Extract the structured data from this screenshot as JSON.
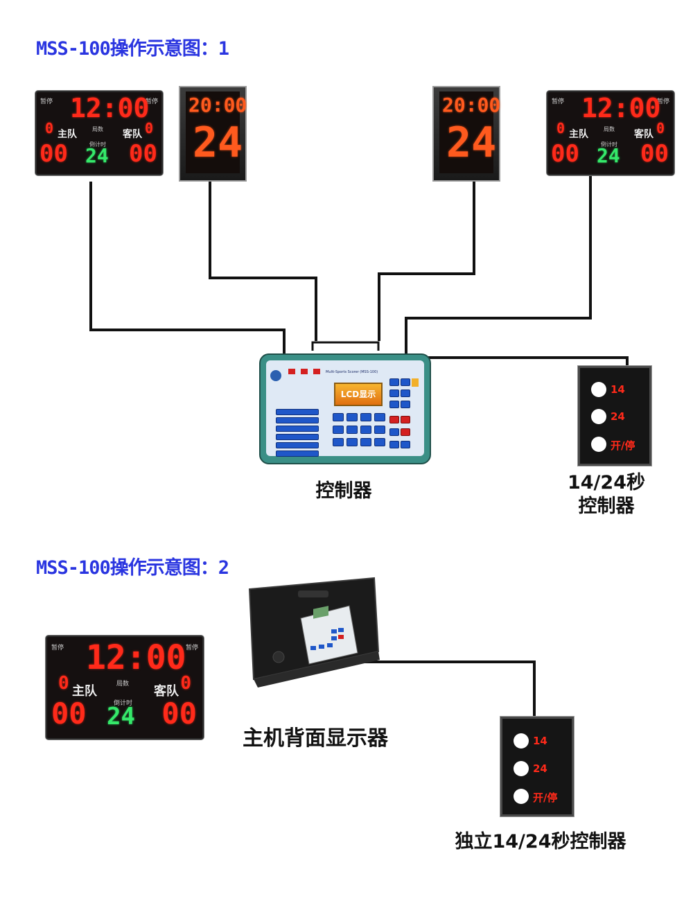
{
  "diagram1": {
    "title": "MSS-100操作示意图：1",
    "controller_caption": "控制器",
    "shot_controller_caption_line1": "14/24秒",
    "shot_controller_caption_line2": "控制器"
  },
  "diagram2": {
    "title": "MSS-100操作示意图：2",
    "rear_display_caption": "主机背面显示器",
    "standalone_caption": "独立14/24秒控制器"
  },
  "scoreboard": {
    "clock": "12:00",
    "home_label": "主队",
    "away_label": "客队",
    "home_score": "00",
    "away_score": "00",
    "shot": "24",
    "home_fouls": "0",
    "away_fouls": "0",
    "period_label": "局数",
    "shot_label": "倒计时",
    "timeout_left": "暂停",
    "timeout_right": "暂停"
  },
  "shot_clock": {
    "game_time": "20:00",
    "shot_time": "24"
  },
  "shot_controller": {
    "buttons": [
      "14",
      "24",
      "开/停"
    ]
  },
  "console": {
    "lcd_label": "LCD显示",
    "model": "Multi-Sports Scorer (MSS-100)"
  },
  "colors": {
    "title_blue": "#2a35e0",
    "led_red": "#ff2a1a",
    "led_green": "#35e86a",
    "console_teal": "#3a8f86"
  }
}
